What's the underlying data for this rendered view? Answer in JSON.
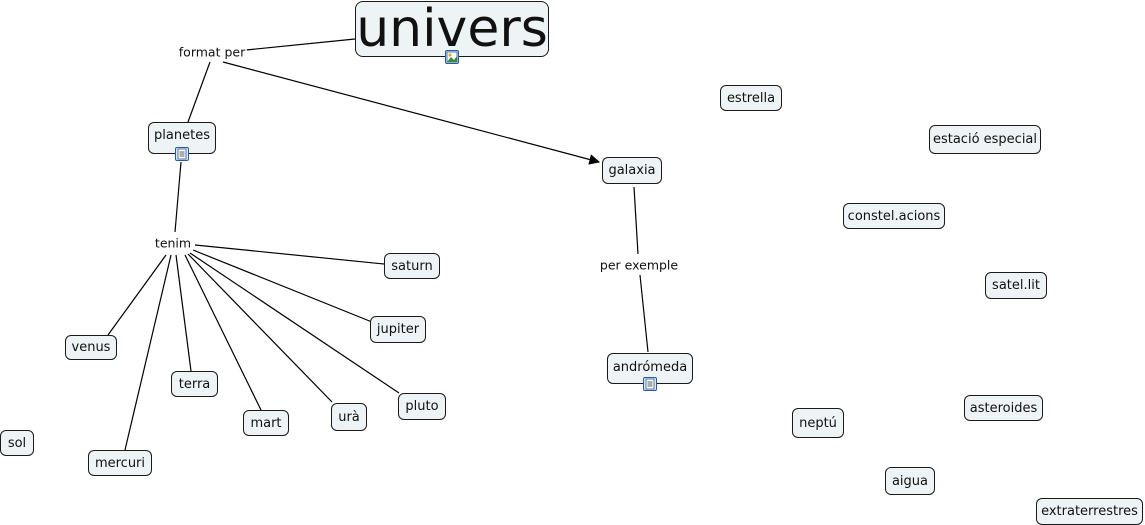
{
  "root": {
    "label": "univers",
    "resource_icon": "image-resource-icon"
  },
  "linking_phrases": {
    "format_per": "format per",
    "tenim": "tenim",
    "per_exemple": "per exemple"
  },
  "nodes": {
    "planetes": "planetes",
    "galaxia": "galaxia",
    "andromeda": "andrómeda",
    "saturn": "saturn",
    "jupiter": "jupiter",
    "venus": "venus",
    "terra": "terra",
    "mart": "mart",
    "ura": "urà",
    "pluto": "pluto",
    "mercuri": "mercuri",
    "sol": "sol",
    "estrella": "estrella",
    "estacio_especial": "estació especial",
    "constelacions": "constel.acions",
    "satelit": "satel.lit",
    "asteroides": "asteroides",
    "neptu": "neptú",
    "aigua": "aigua",
    "extraterrestres": "extraterrestres"
  },
  "resource_icons": {
    "planetes": "document-resource-icon",
    "andromeda": "document-resource-icon"
  }
}
